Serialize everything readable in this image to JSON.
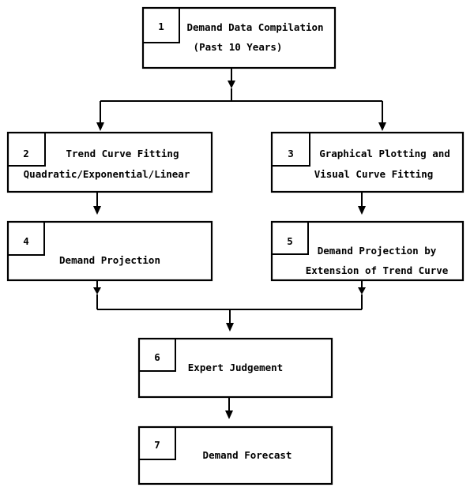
{
  "boxes": [
    {
      "id": "1",
      "number": "1",
      "lines": [
        "Demand Data Compilation",
        "(Past 10 Years)"
      ]
    },
    {
      "id": "2",
      "number": "2",
      "lines": [
        "Trend Curve Fitting",
        "Quadratic/Exponential/Linear"
      ]
    },
    {
      "id": "3",
      "number": "3",
      "lines": [
        "Graphical Plotting and",
        "Visual Curve Fitting"
      ]
    },
    {
      "id": "4",
      "number": "4",
      "lines": [
        "Demand Projection"
      ]
    },
    {
      "id": "5",
      "number": "5",
      "lines": [
        "Demand Projection by",
        "Extension of Trend Curve"
      ]
    },
    {
      "id": "6",
      "number": "6",
      "lines": [
        "Expert Judgement"
      ]
    },
    {
      "id": "7",
      "number": "7",
      "lines": [
        "Demand Forecast"
      ]
    }
  ]
}
